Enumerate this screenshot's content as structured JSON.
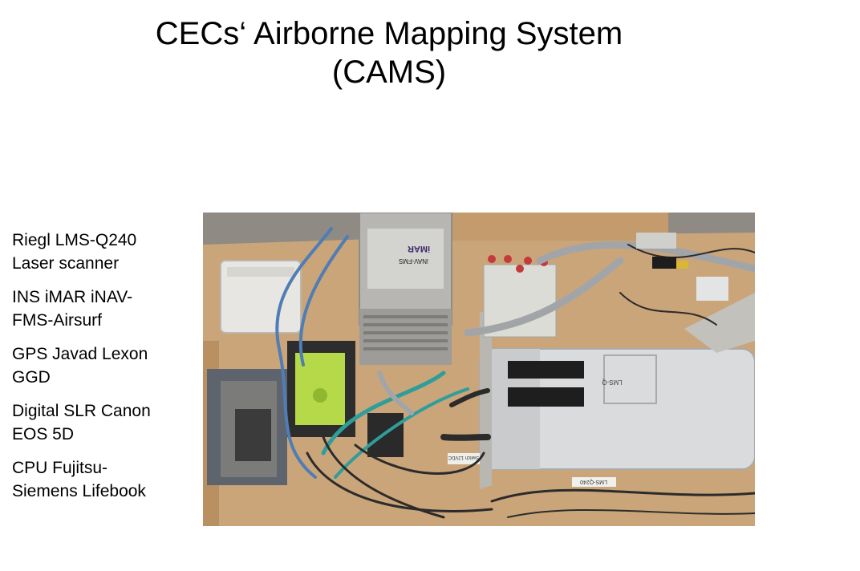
{
  "slide": {
    "title_line1": "CECs‘ Airborne Mapping System",
    "title_line2": "(CAMS)"
  },
  "components": [
    {
      "line1": "Riegl LMS-Q240",
      "line2": "Laser scanner"
    },
    {
      "line1": "INS iMAR iNAV-",
      "line2": "FMS-Airsurf"
    },
    {
      "line1": "GPS Javad Lexon",
      "line2": "GGD"
    },
    {
      "line1": "Digital SLR Canon",
      "line2": "EOS 5D"
    },
    {
      "line1": "CPU Fujitsu-",
      "line2": "Siemens Lifebook"
    }
  ],
  "photo": {
    "labels": {
      "imu_brand": "iMAR",
      "imu_model": "iNAV-FMS",
      "scanner_tag": "LMS-Q",
      "scanner_label": "LMS-Q240",
      "switch_label": "Switch 12VDC"
    }
  }
}
